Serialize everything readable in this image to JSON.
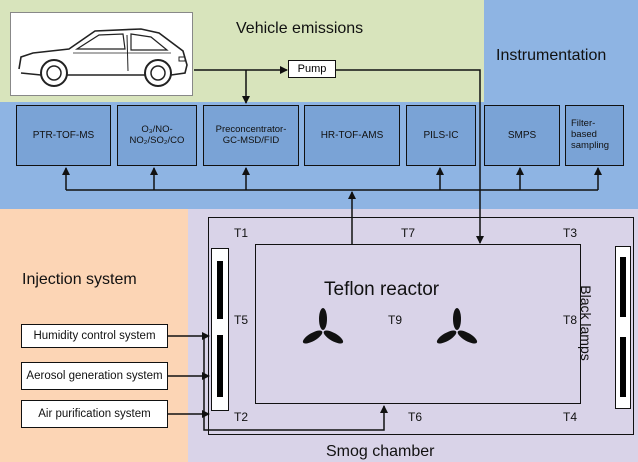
{
  "regions": {
    "vehicle_emissions": "Vehicle emissions",
    "instrumentation": "Instrumentation",
    "injection_system": "Injection system",
    "smog_chamber": "Smog chamber"
  },
  "pump": "Pump",
  "instruments": {
    "ptr": "PTR-TOF-MS",
    "gas_line1": "O₃/NO-",
    "gas_line2": "NO₂/SO₂/CO",
    "precon_line1": "Preconcentrator-",
    "precon_line2": "GC-MSD/FID",
    "hr": "HR-TOF-AMS",
    "pils": "PILS-IC",
    "smps": "SMPS",
    "filter_line1": "Filter-",
    "filter_line2": "based",
    "filter_line3": "sampling"
  },
  "injection": {
    "humidity": "Humidity control system",
    "aerosol": "Aerosol generation system",
    "air": "Air purification system"
  },
  "reactor": "Teflon reactor",
  "black_lamps": "Black lamps",
  "sensors": {
    "t1": "T1",
    "t2": "T2",
    "t3": "T3",
    "t4": "T4",
    "t5": "T5",
    "t6": "T6",
    "t7": "T7",
    "t8": "T8",
    "t9": "T9"
  },
  "colors": {
    "vehicle_bg": "#d8e4bc",
    "instrument_bg": "#8eb4e3",
    "injection_bg": "#fcd5b5",
    "chamber_bg": "#d9d3e8"
  }
}
